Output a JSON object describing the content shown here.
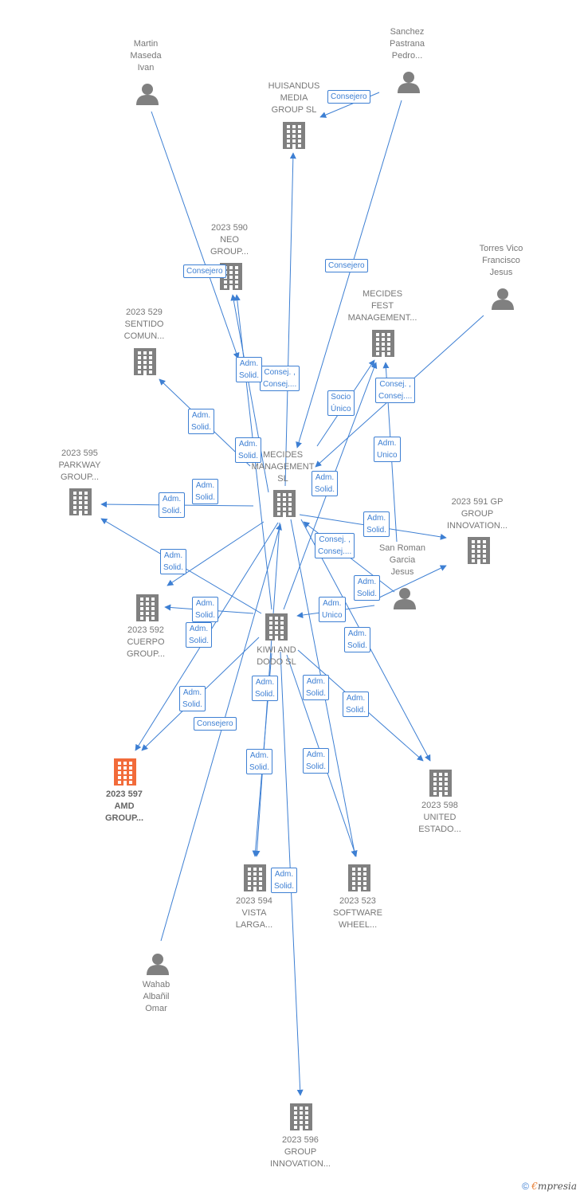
{
  "colors": {
    "edge": "#3d7fd3",
    "node": "#808080",
    "focus": "#f26b3a"
  },
  "nodes": [
    {
      "id": "martin",
      "type": "person",
      "label": "Martin\nMaseda\nIvan"
    },
    {
      "id": "sanchez",
      "type": "person",
      "label": "Sanchez\nPastrana\nPedro..."
    },
    {
      "id": "huisandus",
      "type": "company",
      "label": "HUISANDUS\nMEDIA\nGROUP  SL"
    },
    {
      "id": "neo",
      "type": "company",
      "label": "2023 590\nNEO\nGROUP..."
    },
    {
      "id": "torres",
      "type": "person",
      "label": "Torres Vico\nFrancisco\nJesus"
    },
    {
      "id": "sentido",
      "type": "company",
      "label": "2023 529\nSENTIDO\nCOMUN..."
    },
    {
      "id": "fest",
      "type": "company",
      "label": "MECIDES\nFEST\nMANAGEMENT..."
    },
    {
      "id": "mecides",
      "type": "company",
      "label": "MECIDES\nMANAGEMENT\nSL"
    },
    {
      "id": "parkway",
      "type": "company",
      "label": "2023 595\nPARKWAY\nGROUP..."
    },
    {
      "id": "gp591",
      "type": "company",
      "label": "2023 591 GP\nGROUP\nINNOVATION..."
    },
    {
      "id": "sanroman",
      "type": "person",
      "label": "San Roman\nGarcia\nJesus"
    },
    {
      "id": "cuerpo",
      "type": "company",
      "label": "2023 592\nCUERPO\nGROUP..."
    },
    {
      "id": "kiwi",
      "type": "company",
      "label": "KIWI AND\nDODO  SL"
    },
    {
      "id": "amd",
      "type": "company",
      "focus": true,
      "label": "2023 597\nAMD\nGROUP..."
    },
    {
      "id": "united",
      "type": "company",
      "label": "2023 598\nUNITED\nESTADO..."
    },
    {
      "id": "vista",
      "type": "company",
      "label": "2023 594\nVISTA\nLARGA..."
    },
    {
      "id": "software",
      "type": "company",
      "label": "2023 523\nSOFTWARE\nWHEEL..."
    },
    {
      "id": "wahab",
      "type": "person",
      "label": "Wahab\nAlbañil\nOmar"
    },
    {
      "id": "innov596",
      "type": "company",
      "label": "2023 596\nGROUP\nINNOVATION..."
    }
  ],
  "edges": [
    {
      "from": "sanchez",
      "to": "huisandus",
      "label": "Consejero"
    },
    {
      "from": "martin",
      "to": "neo",
      "label": "Consejero"
    },
    {
      "from": "sanchez",
      "to": "mecides",
      "label": "Consejero"
    },
    {
      "from": "mecides",
      "to": "huisandus",
      "label": "Consej. ,\nConsej...."
    },
    {
      "from": "mecides",
      "to": "neo",
      "label": "Adm.\nSolid."
    },
    {
      "from": "mecides",
      "to": "sentido",
      "label": "Adm.\nSolid."
    },
    {
      "from": "mecides",
      "to": "fest",
      "label": "Socio\nÚnico"
    },
    {
      "from": "torres",
      "to": "mecides",
      "label": "Consej. ,\nConsej...."
    },
    {
      "from": "sanroman",
      "to": "fest",
      "label": "Adm.\nUnico"
    },
    {
      "from": "mecides",
      "to": "parkway",
      "label": "Adm.\nSolid."
    },
    {
      "from": "kiwi",
      "to": "fest",
      "label": "Adm.\nSolid."
    },
    {
      "from": "mecides",
      "to": "gp591",
      "label": "Adm.\nSolid."
    },
    {
      "from": "kiwi",
      "to": "neo",
      "label": "Adm.\nSolid."
    },
    {
      "from": "kiwi",
      "to": "parkway",
      "label": "Adm.\nSolid."
    },
    {
      "from": "sanroman",
      "to": "mecides",
      "label": "Consej. ,\nConsej...."
    },
    {
      "from": "mecides",
      "to": "cuerpo",
      "label": "Adm.\nSolid."
    },
    {
      "from": "kiwi",
      "to": "gp591",
      "label": "Adm.\nSolid."
    },
    {
      "from": "sanroman",
      "to": "kiwi",
      "label": "Adm.\nUnico"
    },
    {
      "from": "kiwi",
      "to": "cuerpo",
      "label": "Adm.\nSolid."
    },
    {
      "from": "mecides",
      "to": "amd",
      "label": "Adm.\nSolid."
    },
    {
      "from": "mecides",
      "to": "united",
      "label": "Adm.\nSolid."
    },
    {
      "from": "kiwi",
      "to": "amd",
      "label": "Adm.\nSolid."
    },
    {
      "from": "kiwi",
      "to": "vista",
      "label": "Adm.\nSolid."
    },
    {
      "from": "kiwi",
      "to": "software",
      "label": "Adm.\nSolid."
    },
    {
      "from": "kiwi",
      "to": "united",
      "label": "Adm.\nSolid."
    },
    {
      "from": "wahab",
      "to": "mecides",
      "label": "Consejero"
    },
    {
      "from": "mecides",
      "to": "vista",
      "label": "Adm.\nSolid."
    },
    {
      "from": "mecides",
      "to": "software",
      "label": "Adm.\nSolid."
    },
    {
      "from": "kiwi",
      "to": "innov596",
      "label": "Adm.\nSolid."
    }
  ],
  "footer": {
    "copyright": "©",
    "brand_initial": "€",
    "brand_rest": "mpresia"
  }
}
